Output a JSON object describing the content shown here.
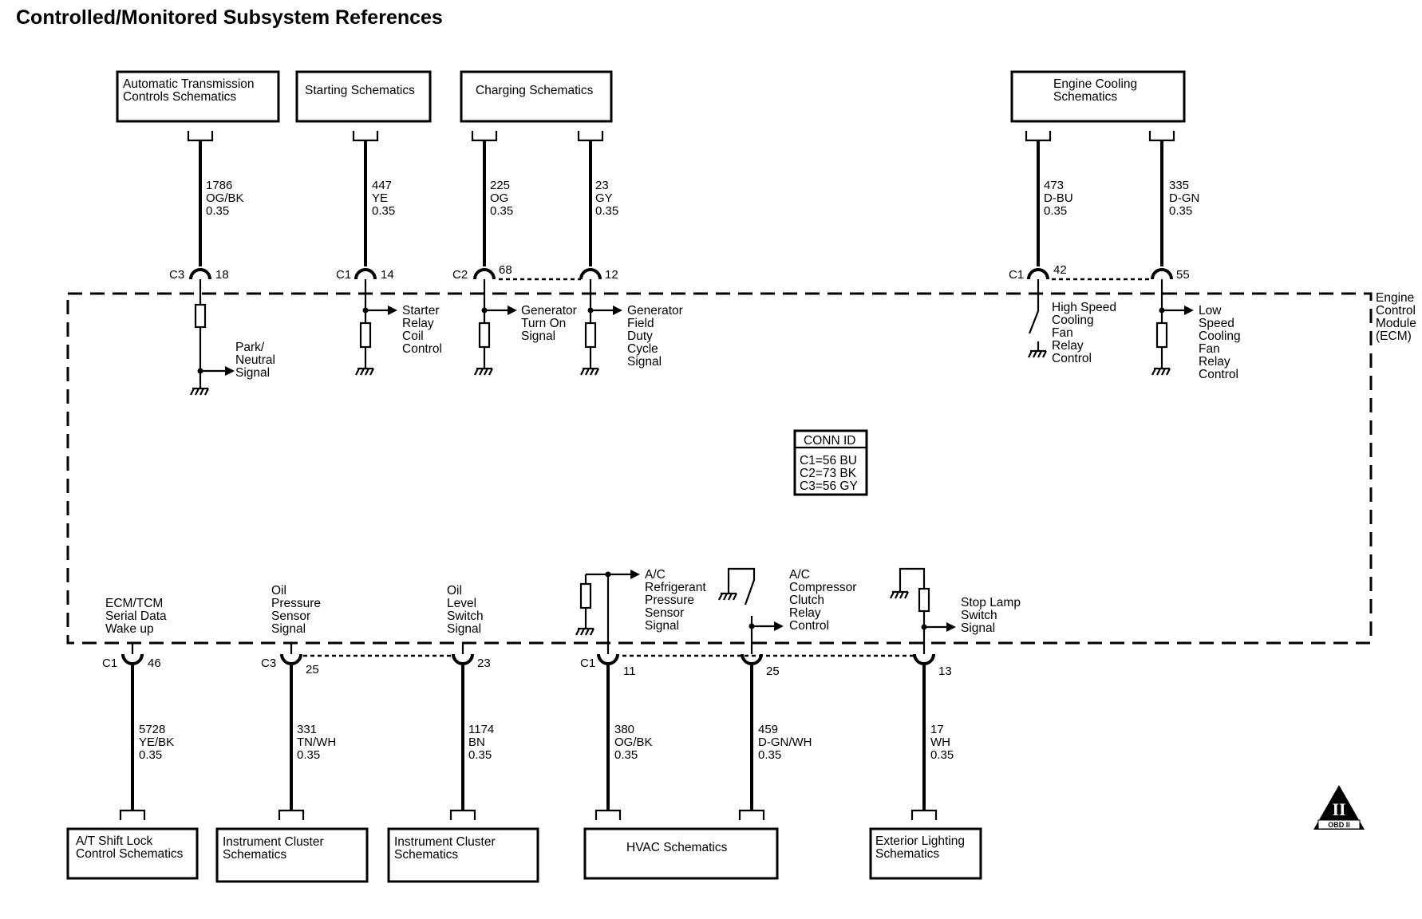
{
  "title": "Controlled/Monitored Subsystem References",
  "module": {
    "lines": [
      "Engine",
      "Control",
      "Module",
      "(ECM)"
    ]
  },
  "conn_id": {
    "header": "CONN ID",
    "lines": [
      "C1=56 BU",
      "C2=73 BK",
      "C3=56 GY"
    ]
  },
  "top_boxes": [
    {
      "lines": [
        "Automatic Transmission",
        "Controls Schematics"
      ]
    },
    {
      "lines": [
        "Starting Schematics"
      ]
    },
    {
      "lines": [
        "Charging Schematics"
      ]
    },
    {
      "lines": [
        "Engine Cooling",
        "Schematics"
      ]
    }
  ],
  "bottom_boxes": [
    {
      "lines": [
        "A/T Shift Lock",
        "Control Schematics"
      ]
    },
    {
      "lines": [
        "Instrument Cluster",
        "Schematics"
      ]
    },
    {
      "lines": [
        "Instrument Cluster",
        "Schematics"
      ]
    },
    {
      "lines": [
        "HVAC Schematics"
      ]
    },
    {
      "lines": [
        "Exterior Lighting",
        "Schematics"
      ]
    }
  ],
  "top_circuits": [
    {
      "circuit": "1786",
      "color": "OG/BK",
      "gauge": "0.35",
      "connector": "C3",
      "pin": "18",
      "signal": [
        "Park/",
        "Neutral",
        "Signal"
      ]
    },
    {
      "circuit": "447",
      "color": "YE",
      "gauge": "0.35",
      "connector": "C1",
      "pin": "14",
      "signal": [
        "Starter",
        "Relay",
        "Coil",
        "Control"
      ]
    },
    {
      "circuit": "225",
      "color": "OG",
      "gauge": "0.35",
      "connector": "C2",
      "pin": "68",
      "signal": [
        "Generator",
        "Turn On",
        "Signal"
      ]
    },
    {
      "circuit": "23",
      "color": "GY",
      "gauge": "0.35",
      "connector": "",
      "pin": "12",
      "signal": [
        "Generator",
        "Field",
        "Duty",
        "Cycle",
        "Signal"
      ]
    },
    {
      "circuit": "473",
      "color": "D-BU",
      "gauge": "0.35",
      "connector": "C1",
      "pin": "42",
      "signal": [
        "High Speed",
        "Cooling",
        "Fan",
        "Relay",
        "Control"
      ]
    },
    {
      "circuit": "335",
      "color": "D-GN",
      "gauge": "0.35",
      "connector": "",
      "pin": "55",
      "signal": [
        "Low",
        "Speed",
        "Cooling",
        "Fan",
        "Relay",
        "Control"
      ]
    }
  ],
  "bottom_circuits": [
    {
      "circuit": "5728",
      "color": "YE/BK",
      "gauge": "0.35",
      "connector": "C1",
      "pin": "46",
      "signal": [
        "ECM/TCM",
        "Serial Data",
        "Wake up"
      ]
    },
    {
      "circuit": "331",
      "color": "TN/WH",
      "gauge": "0.35",
      "connector": "C3",
      "pin": "25",
      "signal": [
        "Oil",
        "Pressure",
        "Sensor",
        "Signal"
      ]
    },
    {
      "circuit": "1174",
      "color": "BN",
      "gauge": "0.35",
      "connector": "",
      "pin": "23",
      "signal": [
        "Oil",
        "Level",
        "Switch",
        "Signal"
      ]
    },
    {
      "circuit": "380",
      "color": "OG/BK",
      "gauge": "0.35",
      "connector": "C1",
      "pin": "11",
      "signal": [
        "A/C",
        "Refrigerant",
        "Pressure",
        "Sensor",
        "Signal"
      ]
    },
    {
      "circuit": "459",
      "color": "D-GN/WH",
      "gauge": "0.35",
      "connector": "",
      "pin": "25",
      "signal": [
        "A/C",
        "Compressor",
        "Clutch",
        "Relay",
        "Control"
      ]
    },
    {
      "circuit": "17",
      "color": "WH",
      "gauge": "0.35",
      "connector": "",
      "pin": "13",
      "signal": [
        "Stop Lamp",
        "Switch",
        "Signal"
      ]
    }
  ],
  "obd_badge": {
    "symbol": "II",
    "label": "OBD II"
  }
}
